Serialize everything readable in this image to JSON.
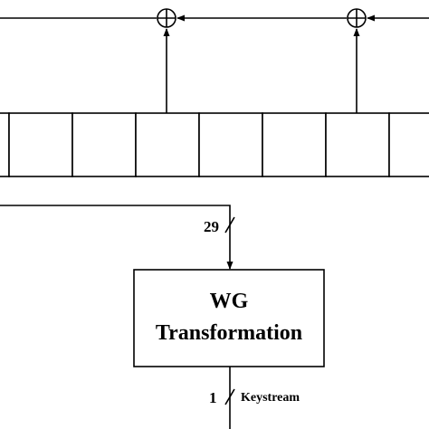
{
  "wg_box": {
    "line1": "WG",
    "line2": "Transformation"
  },
  "labels": {
    "bus_width": "29",
    "output_width": "1",
    "output_name": "Keystream"
  },
  "register": {
    "visible_cells": 7
  },
  "feedback": {
    "xor_count": 2
  }
}
